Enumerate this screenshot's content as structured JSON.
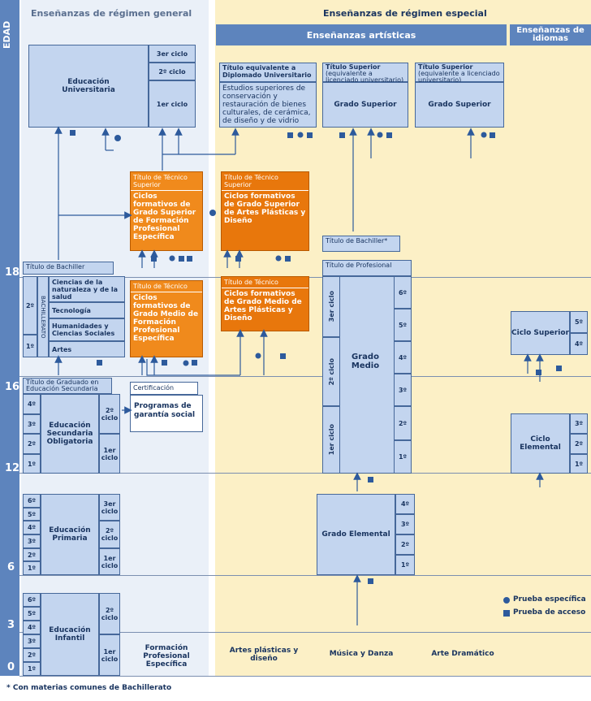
{
  "age_axis": {
    "title": "EDAD",
    "marks": [
      "18",
      "16",
      "12",
      "6",
      "3",
      "0"
    ]
  },
  "headers": {
    "general": "Enseñanzas de régimen general",
    "especial": "Enseñanzas de régimen especial",
    "artisticas": "Enseñanzas artísticas",
    "idiomas": "Enseñanzas de idiomas"
  },
  "universidad": {
    "label": "Educación Universitaria",
    "cycles": [
      "3er ciclo",
      "2º ciclo",
      "1er ciclo"
    ]
  },
  "titulo_diplomado": {
    "tab": "Título equivalente a Diplomado Universitario",
    "body": "Estudios superiores de conservación y restauración de bienes culturales, de cerámica, de diseño y de vidrio"
  },
  "titulo_superior_1": {
    "tab_title": "Título Superior",
    "tab_sub": "(equivalente a licenciado universitario)",
    "label": "Grado Superior"
  },
  "titulo_superior_2": {
    "tab_title": "Título Superior",
    "tab_sub": "(equivalente a licenciado universitario)",
    "label": "Grado Superior"
  },
  "fp_superior": {
    "tab": "Título de Técnico Superior",
    "label": "Ciclos formativos de Grado Superior de Formación Profesional Específica"
  },
  "artes_superior": {
    "tab": "Título de Técnico Superior",
    "label": "Ciclos formativos de Grado Superior de Artes Plásticas y Diseño"
  },
  "fp_medio": {
    "tab": "Título de Técnico",
    "label": "Ciclos formativos de Grado Medio de Formación Profesional Específica"
  },
  "artes_medio": {
    "tab": "Título de Técnico",
    "label": "Ciclos formativos de Grado Medio de Artes Plásticas y Diseño"
  },
  "bachillerato": {
    "tab": "Título de Bachiller",
    "vertical": "BACHILLERATO",
    "courses": [
      "2º",
      "1º"
    ],
    "branches": [
      "Ciencias de la naturaleza y de la salud",
      "Tecnología",
      "Humanidades y Ciencias Sociales",
      "Artes"
    ]
  },
  "musica": {
    "tab_bachiller": "Título de Bachiller",
    "asterisk": "*",
    "tab_profesional": "Título de Profesional",
    "cycles": [
      "3er ciclo",
      "2º ciclo",
      "1er ciclo"
    ],
    "label": "Grado Medio",
    "courses": [
      "6º",
      "5º",
      "4º",
      "3º",
      "2º",
      "1º"
    ]
  },
  "grado_elemental": {
    "label": "Grado Elemental",
    "courses": [
      "4º",
      "3º",
      "2º",
      "1º"
    ]
  },
  "idiomas_superior": {
    "label": "Ciclo Superior",
    "courses": [
      "5º",
      "4º"
    ]
  },
  "idiomas_elemental": {
    "label": "Ciclo Elemental",
    "courses": [
      "3º",
      "2º",
      "1º"
    ]
  },
  "eso": {
    "tab": "Título de Graduado en Educación Secundaria",
    "label": "Educación Secundaria Obligatoria",
    "courses": [
      "4º",
      "3º",
      "2º",
      "1º"
    ],
    "cycles": [
      "2º ciclo",
      "1er ciclo"
    ]
  },
  "garantia": {
    "tab": "Certificación",
    "label": "Programas de garantía social"
  },
  "primaria": {
    "label": "Educación Primaria",
    "courses": [
      "6º",
      "5º",
      "4º",
      "3º",
      "2º",
      "1º"
    ],
    "cycles": [
      "3er ciclo",
      "2º ciclo",
      "1er ciclo"
    ]
  },
  "infantil": {
    "label": "Educación Infantil",
    "courses": [
      "6º",
      "5º",
      "4º",
      "3º",
      "2º",
      "1º"
    ],
    "cycles": [
      "2º ciclo",
      "1er ciclo"
    ]
  },
  "bottom_labels": {
    "fp": "Formación Profesional Específica",
    "artes": "Artes plásticas y diseño",
    "musica": "Música y Danza",
    "drama": "Arte Dramático"
  },
  "legend": {
    "circle": "Prueba específica",
    "square": "Prueba de acceso"
  },
  "footnote": "* Con materias comunes de Bachillerato"
}
